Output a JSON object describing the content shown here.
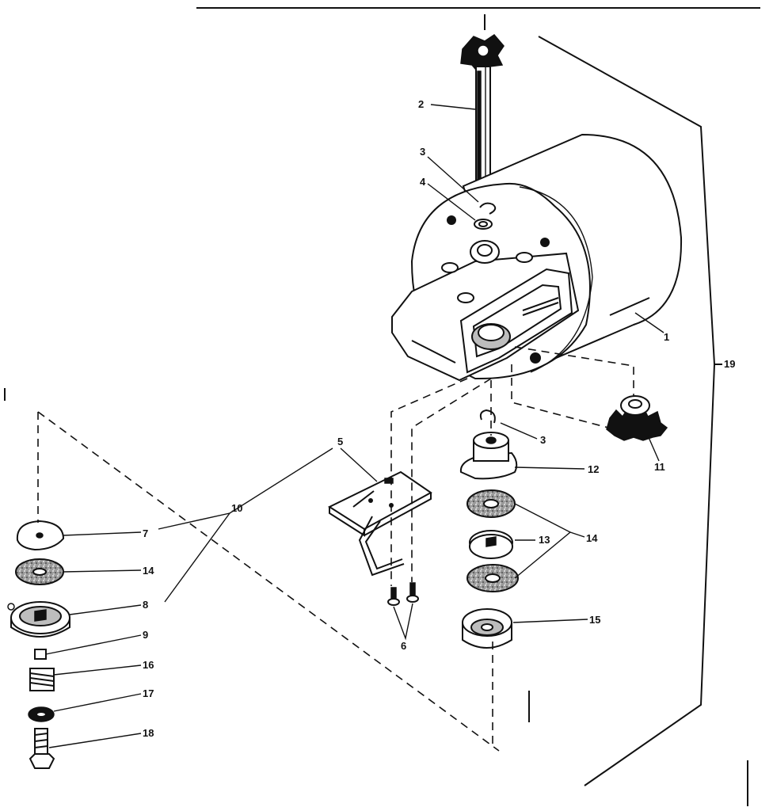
{
  "labels": {
    "p1": "1",
    "p2": "2",
    "p3a": "3",
    "p3b": "3",
    "p4": "4",
    "p5": "5",
    "p6": "6",
    "p7": "7",
    "p8": "8",
    "p9": "9",
    "p10": "10",
    "p11": "11",
    "p12": "12",
    "p13": "13",
    "p14a": "14",
    "p14b": "14",
    "p15": "15",
    "p16": "16",
    "p17": "17",
    "p18": "18",
    "p19": "19"
  }
}
